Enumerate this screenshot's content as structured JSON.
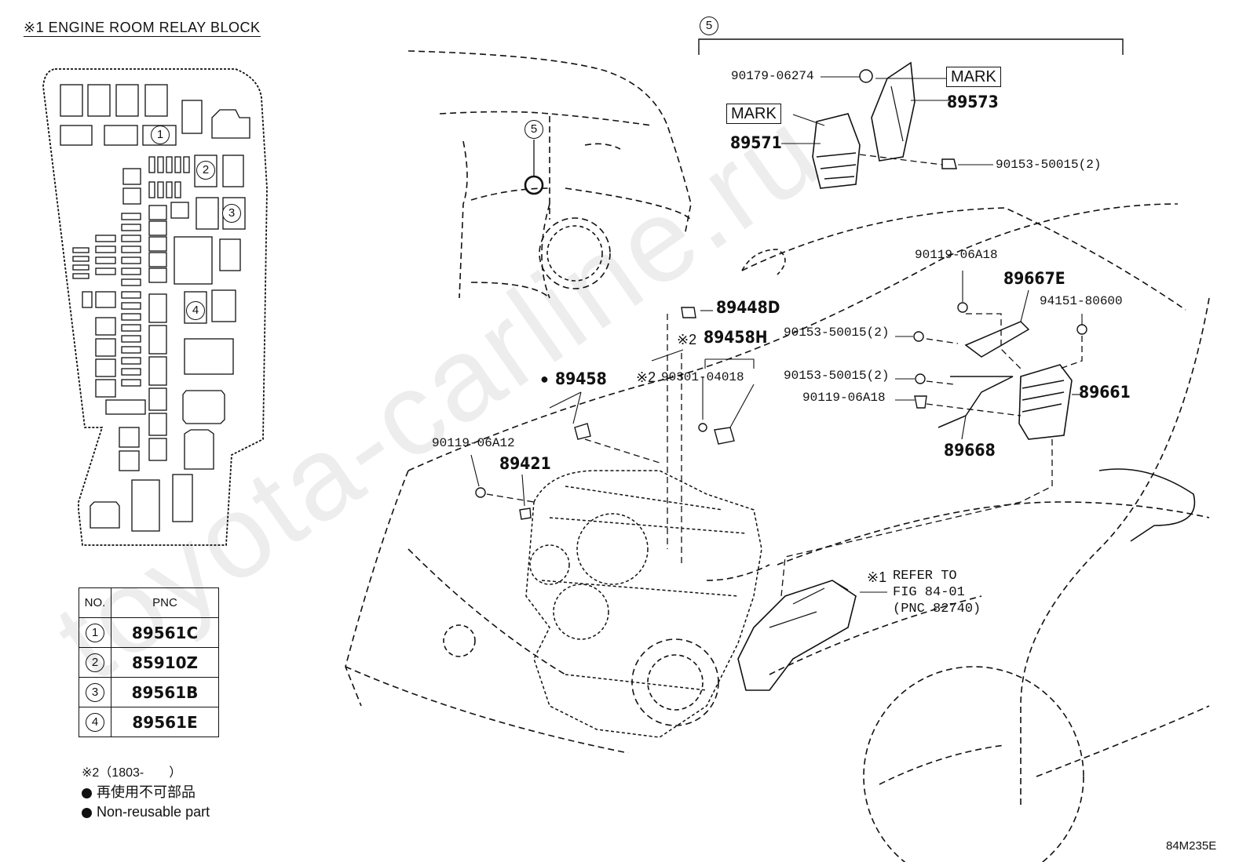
{
  "relay_block_title": "※1 ENGINE ROOM RELAY BLOCK",
  "callout_5": "5",
  "relay_callouts": [
    "1",
    "2",
    "3",
    "4"
  ],
  "table": {
    "headers": [
      "NO.",
      "PNC"
    ],
    "rows": [
      {
        "no": "1",
        "pnc": "89561C"
      },
      {
        "no": "2",
        "pnc": "85910Z"
      },
      {
        "no": "3",
        "pnc": "89561B"
      },
      {
        "no": "4",
        "pnc": "89561E"
      }
    ]
  },
  "notes": {
    "note2": "※2（1803-　　）",
    "non_reusable_jp": "再使用不可部品",
    "non_reusable_en": "Non-reusable part"
  },
  "parts": {
    "p90179": "90179-06274",
    "mark1": "MARK",
    "mark2": "MARK",
    "p89573": "89573",
    "p89571": "89571",
    "p90153_top": "90153-50015(2)",
    "p90119_a18_top": "90119-06A18",
    "p89667E": "89667E",
    "p94151": "94151-80600",
    "p89448D": "89448D",
    "p89458H_prefix": "※2",
    "p89458H": "89458H",
    "p90153_mid1": "90153-50015(2)",
    "p90153_mid2": "90153-50015(2)",
    "p90119_a18_mid": "90119-06A18",
    "p89661": "89661",
    "p89668": "89668",
    "p89458_dot": "●",
    "p89458": "89458",
    "p90301_prefix": "※2",
    "p90301": "90301-04018",
    "p90119_a12": "90119-06A12",
    "p89421": "89421",
    "refer_prefix": "※1",
    "refer_line1": "REFER TO",
    "refer_line2": "FIG 84-01",
    "refer_line3": "(PNC 82740)"
  },
  "figure_code": "84M235E",
  "watermark": "toyota-carline.ru"
}
